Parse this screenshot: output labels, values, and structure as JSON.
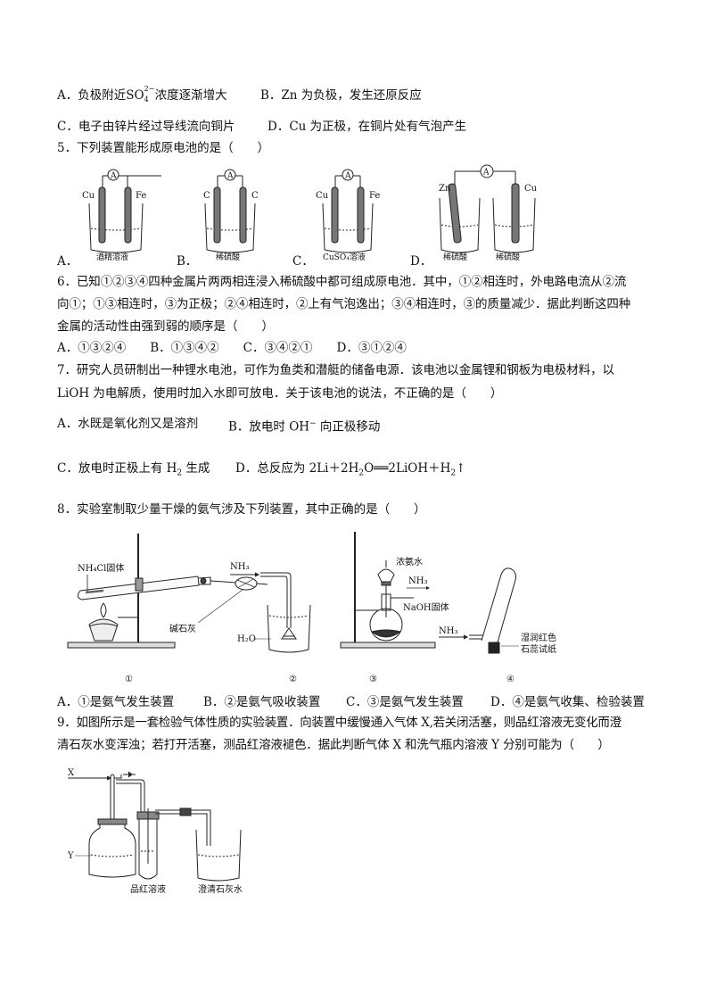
{
  "q4": {
    "optA_pre": "A．负极附近",
    "optA_ion": "SO",
    "optA_sub": "4",
    "optA_sup": "2−",
    "optA_post": "浓度逐渐增大",
    "optB": "B．Zn 为负极，发生还原反应",
    "optC": "C．电子由锌片经过导线流向铜片",
    "optD": "D．Cu 为正极，在铜片处有气泡产生"
  },
  "q5": {
    "stem": "5．下列装置能形成原电池的是（　　）",
    "letters": [
      "A．",
      "B．",
      "C．",
      "D．"
    ],
    "meter": "A",
    "a_left": "Cu",
    "a_right": "Fe",
    "a_solution": "酒精溶液",
    "b_left": "C",
    "b_right": "C",
    "b_solution": "稀硫酸",
    "c_left": "Cu",
    "c_right": "Fe",
    "c_solution": "CuSO₄溶液",
    "d_left": "Zn",
    "d_right": "Cu",
    "d_solution1": "稀硫酸",
    "d_solution2": "稀硫酸"
  },
  "q6": {
    "line1": "6．已知①②③④四种金属片两两相连浸入稀硫酸中都可组成原电池．其中，①②相连时，外电路电流从②流",
    "line2": "向①；①③相连时，③为正极；②④相连时，②上有气泡逸出；③④相连时，③的质量减少．据此判断这四种",
    "line3": "金属的活动性由强到弱的顺序是（　　）",
    "options": "A．①③②④　　B．①③④②　　C．③④②①　　D．③①②④"
  },
  "q7": {
    "line1": "7．研究人员研制出一种锂水电池，可作为鱼类和潜艇的储备电源．该电池以金属锂和钢板为电极材料，以",
    "line2": "LiOH 为电解质，使用时加入水即可放电．关于该电池的说法，不正确的是（　　）",
    "optA": "A．水既是氧化剂又是溶剂",
    "optB_pre": "B．放电时 OH",
    "optB_sup": "−",
    "optB_post": " 向正极移动",
    "optC_pre": "C．放电时正极上有 H",
    "optC_sub": "2",
    "optC_post": " 生成",
    "optD_pre": "D．总反应为 2Li＋2H",
    "optD_sub1": "2",
    "optD_mid": "O══2LiOH＋H",
    "optD_sub2": "2",
    "optD_post": "↑"
  },
  "q8": {
    "stem": "8．实验室制取少量干燥的氨气涉及下列装置，其中正确的是（　　）",
    "fig1_solid": "NH₄Cl固体",
    "fig1_limer": "碱石灰",
    "fig2_gas": "NH₃",
    "fig2_water": "H₂O",
    "fig3_ammonia": "浓氨水",
    "fig3_gas": "NH₃",
    "fig3_naoh": "NaOH固体",
    "fig4_gas": "NH₃",
    "fig4_paper1": "湿润红色",
    "fig4_paper2": "石蕊试纸",
    "nums": [
      "①",
      "②",
      "③",
      "④"
    ],
    "optA": "A．①是氨气发生装置",
    "optB": "B．②是氨气吸收装置",
    "optC": "C．③是氨气发生装置",
    "optD": "D．④是氨气收集、检验装置"
  },
  "q9": {
    "line1": "9．如图所示是一套检验气体性质的实验装置．向装置中缓慢通入气体 X,若关闭活塞，则品红溶液无变化而澄",
    "line2": "清石灰水变浑浊；若打开活塞，测品红溶液褪色．据此判断气体 X 和洗气瓶内溶液 Y 分别可能为（　　）",
    "label_x": "X",
    "label_y": "Y",
    "label_pink": "品红溶液",
    "label_lime": "澄清石灰水"
  }
}
